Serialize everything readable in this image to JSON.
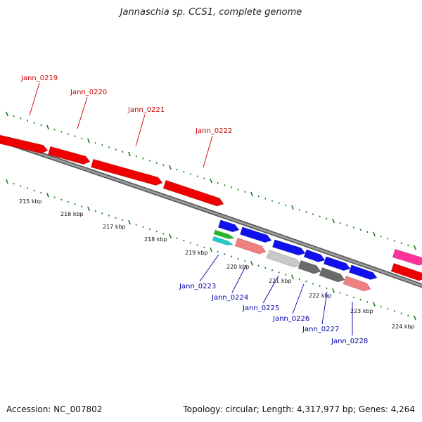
{
  "title": "Jannaschia sp. CCS1, complete genome",
  "footer": {
    "accession": "Accession: NC_007802",
    "topology": "Topology: circular; Length: 4,317,977 bp; Genes: 4,264"
  },
  "colors": {
    "backbone": "#7a7a7a",
    "tick": "#1a7a1a",
    "label_top": "#cc0000",
    "label_bottom": "#0000aa"
  },
  "ticks": [
    {
      "label": "215 kbp"
    },
    {
      "label": "216 kbp"
    },
    {
      "label": "217 kbp"
    },
    {
      "label": "218 kbp"
    },
    {
      "label": "219 kbp"
    },
    {
      "label": "220 kbp"
    },
    {
      "label": "221 kbp"
    },
    {
      "label": "222 kbp"
    },
    {
      "label": "223 kbp"
    },
    {
      "label": "224 kbp"
    }
  ],
  "genes_top_labels": [
    "Jann_0219",
    "Jann_0220",
    "Jann_0221",
    "Jann_0222"
  ],
  "genes_bottom_labels": [
    "Jann_0223",
    "Jann_0224",
    "Jann_0225",
    "Jann_0226",
    "Jann_0227",
    "Jann_0228"
  ]
}
